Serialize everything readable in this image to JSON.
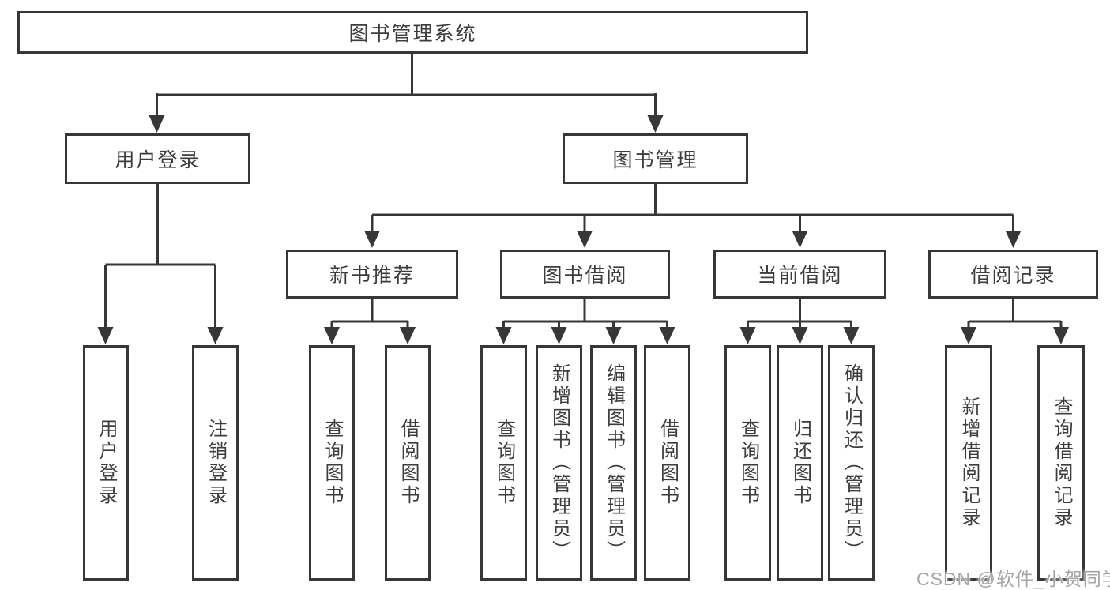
{
  "colors": {
    "line": "#373737",
    "box_border": "#373737",
    "text": "#3d3d3d",
    "background": "#ffffff",
    "watermark": "#a5a5a5"
  },
  "diagram": {
    "root": {
      "label": "图书管理系统"
    },
    "branches": [
      {
        "label": "用户登录",
        "children": [
          {
            "label": "用户登录"
          },
          {
            "label": "注销登录"
          }
        ]
      },
      {
        "label": "图书管理",
        "children": [
          {
            "label": "新书推荐",
            "children": [
              {
                "label": "查询图书"
              },
              {
                "label": "借阅图书"
              }
            ]
          },
          {
            "label": "图书借阅",
            "children": [
              {
                "label": "查询图书"
              },
              {
                "label": "新增图书（管理员）"
              },
              {
                "label": "编辑图书（管理员）"
              },
              {
                "label": "借阅图书"
              }
            ]
          },
          {
            "label": "当前借阅",
            "children": [
              {
                "label": "查询图书"
              },
              {
                "label": "归还图书"
              },
              {
                "label": "确认归还（管理员）"
              }
            ]
          },
          {
            "label": "借阅记录",
            "children": [
              {
                "label": "新增借阅记录"
              },
              {
                "label": "查询借阅记录"
              }
            ]
          }
        ]
      }
    ]
  },
  "watermark": {
    "text": "CSDN @软件_小贺同学"
  }
}
